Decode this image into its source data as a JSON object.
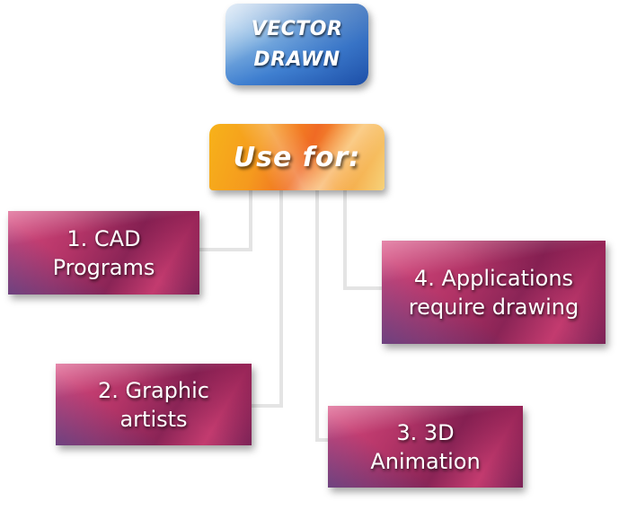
{
  "colors": {
    "title_box": "#3f7fd0",
    "use_for_box": "#f59a1e",
    "item_box": "#b33467",
    "connector": "#e6e6e6"
  },
  "diagram": {
    "title": "VECTOR\nDRAWN",
    "use_for": "Use for:",
    "items": [
      {
        "label": "1. CAD\nPrograms"
      },
      {
        "label": "2. Graphic\nartists"
      },
      {
        "label": "3. 3D\nAnimation"
      },
      {
        "label": "4. Applications\nrequire drawing"
      }
    ]
  }
}
